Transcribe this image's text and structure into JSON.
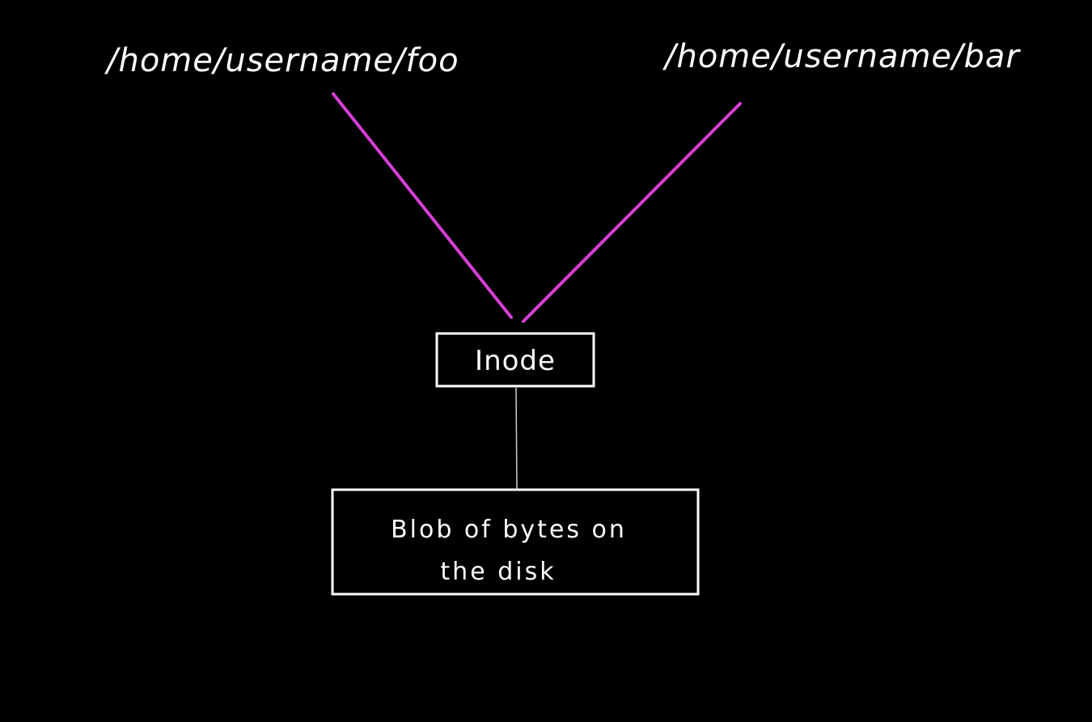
{
  "paths": {
    "foo": "/home/username/foo",
    "bar": "/home/username/bar"
  },
  "inode": {
    "label": "Inode"
  },
  "blob": {
    "line1": "Blob of bytes on",
    "line2": "the disk"
  },
  "colors": {
    "background": "#000000",
    "link": "#d63fd6",
    "text": "#ffffff"
  }
}
